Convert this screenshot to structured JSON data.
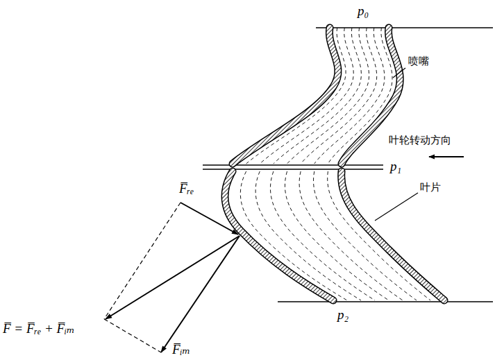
{
  "diagram": {
    "labels": [
      "p₀",
      "喷嘴",
      "p₁",
      "叶轮转动方向",
      "叶片",
      "p₂",
      "F̅ᵣₑ",
      "F̅ = F̅ᵣₑ + F̅ᵢₘ",
      "F̅ᵢₘ"
    ]
  }
}
